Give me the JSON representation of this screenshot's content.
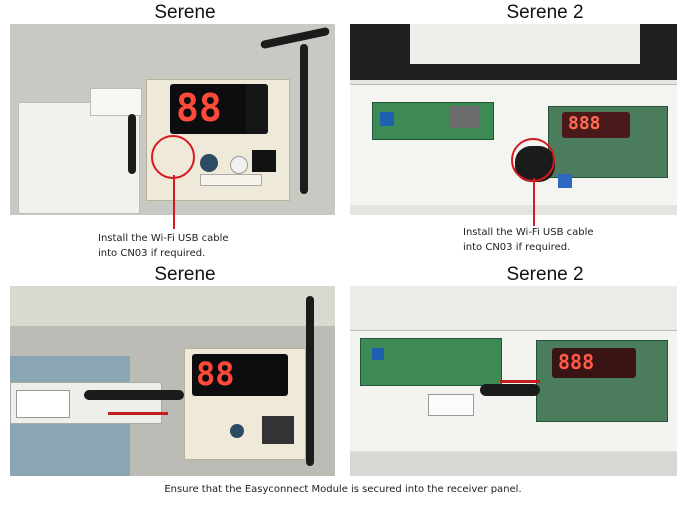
{
  "panels": [
    {
      "title": "Serene"
    },
    {
      "title": "Serene 2"
    },
    {
      "title": "Serene"
    },
    {
      "title": "Serene 2"
    }
  ],
  "captions": {
    "top_left": {
      "line1": "Install the  Wi-Fi USB cable",
      "line2": "into CN03 if required."
    },
    "top_right": {
      "line1": "Install the  Wi-Fi USB cable",
      "line2": "into CN03 if required."
    },
    "bottom": "Ensure that  the Easyconnect Module is secured into the receiver panel."
  },
  "colors": {
    "highlight": "#d8181f",
    "pcb_green": "#3e8a55",
    "display_digits": "#ff4a3a"
  }
}
